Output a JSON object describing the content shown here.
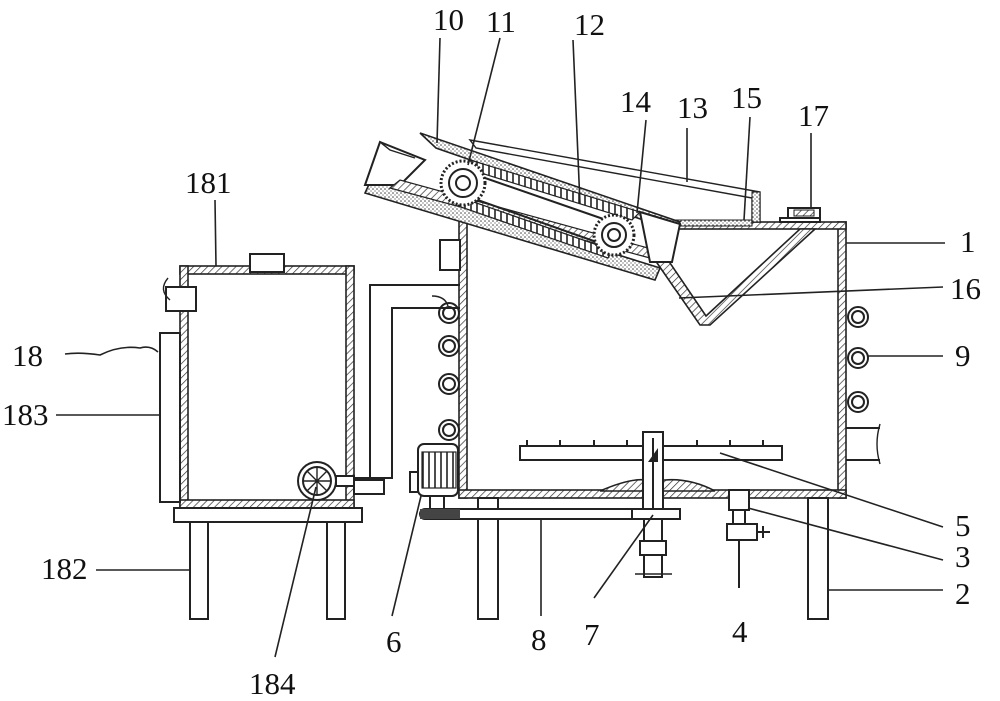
{
  "labels": {
    "l1": "1",
    "l2": "2",
    "l3": "3",
    "l4": "4",
    "l5": "5",
    "l6": "6",
    "l7": "7",
    "l8": "8",
    "l9": "9",
    "l10": "10",
    "l11": "11",
    "l12": "12",
    "l13": "13",
    "l14": "14",
    "l15": "15",
    "l16": "16",
    "l17": "17",
    "l18": "18",
    "l181": "181",
    "l182": "182",
    "l183": "183",
    "l184": "184"
  }
}
